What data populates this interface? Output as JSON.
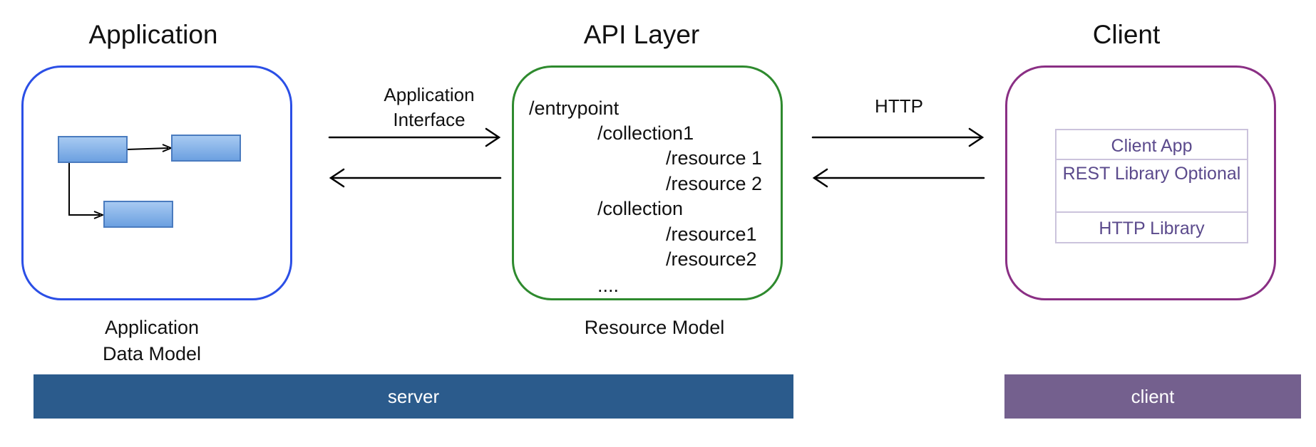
{
  "columns": {
    "application": {
      "title": "Application",
      "caption": [
        "Application",
        "Data Model"
      ],
      "border_color": "#2b4fe6"
    },
    "api_layer": {
      "title": "API Layer",
      "caption": [
        "Resource Model"
      ],
      "border_color": "#2e8a2e"
    },
    "client": {
      "title": "Client",
      "caption": [],
      "border_color": "#8a2f84"
    }
  },
  "api_resources": [
    "/entrypoint",
    "/collection1",
    "/resource 1",
    "/resource 2",
    "/collection",
    "/resource1",
    "/resource2",
    "...."
  ],
  "connections": {
    "app_api": {
      "label": [
        "Application",
        "Interface"
      ]
    },
    "api_client": {
      "label": [
        "HTTP"
      ]
    }
  },
  "client_stack": [
    "Client App",
    "REST Library Optional",
    "HTTP Library"
  ],
  "bars": {
    "server": {
      "label": "server",
      "color": "#2b5b8c"
    },
    "client": {
      "label": "client",
      "color": "#74608e"
    }
  },
  "colors": {
    "node_fill_top": "#a9cbf2",
    "node_fill_bottom": "#6a9fe0",
    "node_border": "#4a7bbf",
    "client_text": "#5b4a8c"
  }
}
